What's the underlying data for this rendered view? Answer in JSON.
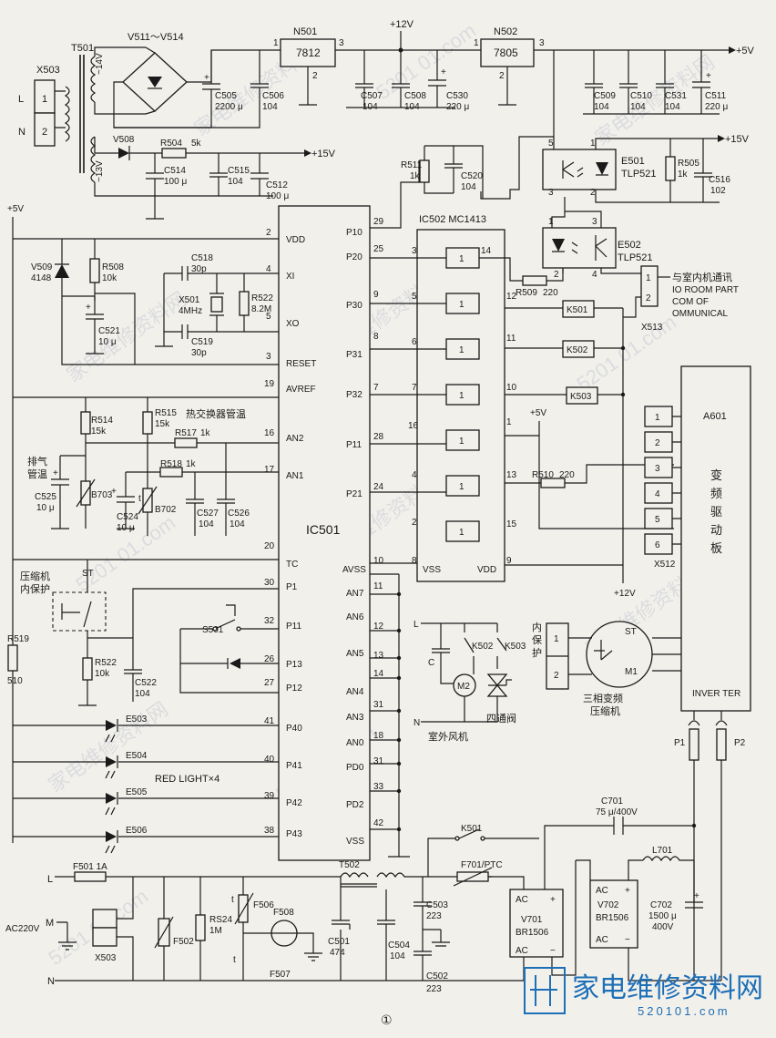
{
  "labels": {
    "T501": "T501",
    "X503": "X503",
    "L": "L",
    "N": "N",
    "pin1": "1",
    "pin2": "2",
    "v511": "V511～V514",
    "n501": "N501",
    "n501_chip": "7812",
    "n502": "N502",
    "n502_chip": "7805",
    "plus12": "+12V",
    "plus5": "+5V",
    "plus15": "+15V",
    "c505": "C505",
    "c505v": "2200 μ",
    "c506": "C506",
    "c506v": "104",
    "c507": "C507",
    "c507v": "104",
    "c508": "C508",
    "c508v": "104",
    "c530": "C530",
    "c530v": "220 μ",
    "c509": "C509",
    "c509v": "104",
    "c510": "C510",
    "c510v": "104",
    "c531": "C531",
    "c531v": "104",
    "c511": "C511",
    "c511v": "220 μ",
    "v14": "~14V",
    "v13": "~13V",
    "v508": "V508",
    "r504": "R504",
    "r504v": "5k",
    "c514": "C514",
    "c514v": "100 μ",
    "c515": "C515",
    "c515v": "104",
    "c512": "C512",
    "c512v": "100 μ",
    "r511": "R511",
    "r511v": "1k",
    "c520": "C520",
    "c520v": "104",
    "e501": "E501",
    "e501v": "TLP521",
    "r505": "R505",
    "r505v": "1k",
    "c516": "C516",
    "c516v": "102",
    "e502": "E502",
    "e502v": "TLP521",
    "x513": "X513",
    "comm1": "与室内机通讯",
    "comm2": "IO ROOM PART",
    "comm3": "COM OF",
    "comm4": "OMMUNICAL",
    "ic502": "IC502 MC1413",
    "ic501": "IC501",
    "v509": "V509",
    "v509v": "4148",
    "r508": "R508",
    "r508v": "10k",
    "c521": "C521",
    "c521v": "10 μ",
    "c518": "C518",
    "c518v": "30p",
    "x501": "X501",
    "x501v": "4MHz",
    "r522a": "R522",
    "r522av": "8.2M",
    "c519": "C519",
    "c519v": "30p",
    "vdd": "VDD",
    "xi": "XI",
    "xo": "XO",
    "reset": "RESET",
    "avref": "AVREF",
    "an2": "AN2",
    "an1": "AN1",
    "tc": "TC",
    "p1": "P1",
    "p11": "P11",
    "p13": "P13",
    "p12": "P12",
    "p40": "P40",
    "p41": "P41",
    "p42": "P42",
    "p43": "P43",
    "rp10": "P10",
    "rp20": "P20",
    "rp30": "P30",
    "rp31": "P31",
    "rp32": "P32",
    "rp11": "P11",
    "rp21": "P21",
    "avss": "AVSS",
    "an7": "AN7",
    "an6": "AN6",
    "an5": "AN5",
    "an4": "AN4",
    "an3": "AN3",
    "an0": "AN0",
    "pd0": "PD0",
    "pd2": "PD2",
    "vss": "VSS",
    "vss2": "VSS",
    "vdd2": "VDD",
    "r514": "R514",
    "r514v": "15k",
    "r515": "R515",
    "r515v": "15k",
    "hx": "热交换器管温",
    "r517": "R517",
    "r517v": "1k",
    "r518": "R518",
    "r518v": "1k",
    "exh1": "排气",
    "exh2": "管温",
    "c525": "C525",
    "c525v": "10 μ",
    "b703": "B703",
    "b702": "B702",
    "c524": "C524",
    "c524v": "10 μ",
    "c527": "C527",
    "c527v": "104",
    "c526": "C526",
    "c526v": "104",
    "comp1": "压缩机",
    "comp2": "内保护",
    "st": "ST",
    "r519": "R519",
    "r519v": "510",
    "r522b": "R522",
    "r522bv": "10k",
    "c522": "C522",
    "c522v": "104",
    "s501": "S501",
    "e503": "E503",
    "e504": "E504",
    "e505": "E505",
    "e506": "E506",
    "redlight": "RED LIGHT×4",
    "r509": "R509",
    "r509v": "220",
    "k501": "K501",
    "k502": "K502",
    "k503": "K503",
    "r510": "R510",
    "r510v": "220",
    "x512": "X512",
    "a601": "A601",
    "drv1": "变",
    "drv2": "频",
    "drv3": "驱",
    "drv4": "动",
    "drv5": "板",
    "inverter": "INVER TER",
    "inner1": "内",
    "inner2": "保",
    "inner3": "护",
    "m1": "M1",
    "m2": "M2",
    "comp3": "三相变频",
    "comp4": "压缩机",
    "fan": "室外风机",
    "valve": "四通阀",
    "cap_c": "C",
    "p1b": "P1",
    "p2b": "P2",
    "c701": "C701",
    "c701v": "75 μ/400V",
    "l701": "L701",
    "c702": "C702",
    "c702v": "1500 μ",
    "c702v2": "400V",
    "k501b": "K501",
    "f701": "F701/PTC",
    "t502": "T502",
    "v701": "V701",
    "v701v": "BR1506",
    "v702": "V702",
    "v702v": "BR1506",
    "ac": "AC",
    "plus": "+",
    "minus": "−",
    "f501": "F501  1A",
    "m": "M",
    "ac220": "AC220V",
    "x503b": "X503",
    "f502": "F502",
    "rs24": "RS24",
    "rs24v": "1M",
    "f506": "F506",
    "f508": "F508",
    "f507": "F507",
    "t": "t",
    "c501": "C501",
    "c501v": "474",
    "c504": "C504",
    "c504v": "104",
    "c503": "C503",
    "c503v": "223",
    "c502": "C502",
    "c502v": "223",
    "figno": "①",
    "watermark": "家电维修资料网",
    "watermark_url": "5201 01.com",
    "logo": "家电维修资料网",
    "logo_url": "520101.com",
    "mc_pins": {
      "in": [
        "3",
        "5",
        "6",
        "7",
        "16",
        "4",
        "2"
      ],
      "out": [
        "14",
        "12",
        "11",
        "10",
        "1",
        "13",
        "15"
      ],
      "vss": "8",
      "vdd": "9"
    },
    "ic_left_pins": [
      "2",
      "4",
      "5",
      "3",
      "19",
      "16",
      "17",
      "20",
      "30",
      "32",
      "26",
      "27",
      "41",
      "40",
      "39",
      "38"
    ],
    "ic_right_pins": [
      "29",
      "25",
      "9",
      "8",
      "7",
      "28",
      "24",
      "10",
      "11",
      "12",
      "13",
      "14",
      "31",
      "18",
      "31",
      "33",
      "42"
    ],
    "x512_pins": [
      "1",
      "2",
      "3",
      "4",
      "5",
      "6"
    ]
  }
}
